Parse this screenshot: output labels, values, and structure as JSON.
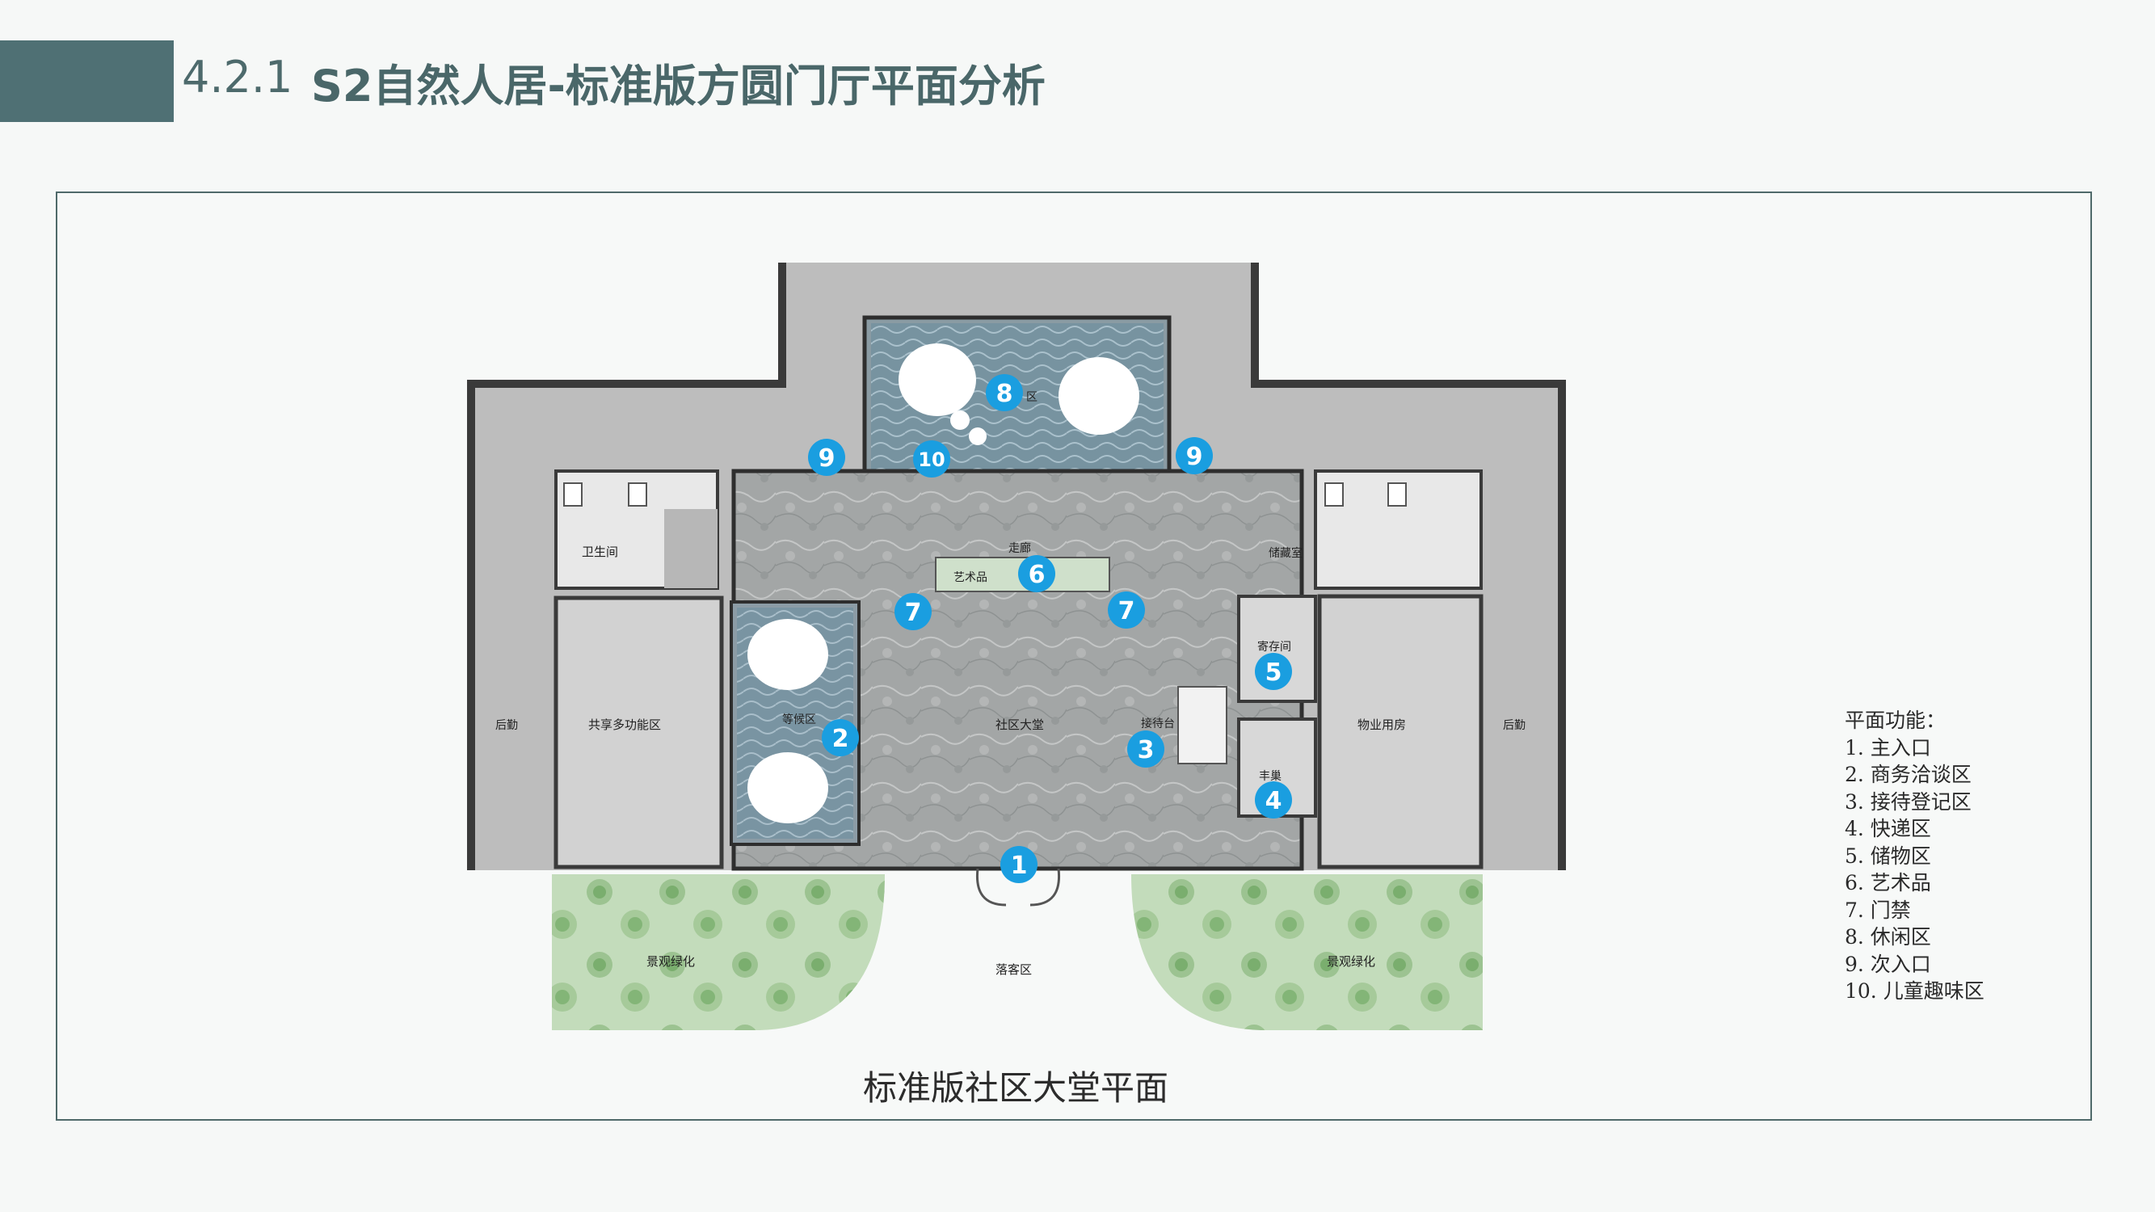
{
  "header": {
    "section_number": "4.2.1",
    "title": "S2自然人居-标准版方圆门厅平面分析"
  },
  "plan": {
    "caption": "标准版社区大堂平面",
    "rooms": {
      "restroom": "卫生间",
      "storage": "储藏室",
      "corridor": "走廊",
      "artwork": "艺术品",
      "waiting": "等候区",
      "lobby": "社区大堂",
      "reception": "接待台",
      "locker": "寄存间",
      "express": "丰巢",
      "property": "物业用房",
      "shared": "共享多功能区",
      "logistics_left": "后勤",
      "logistics_right": "后勤",
      "landscape_left": "景观绿化",
      "landscape_right": "景观绿化",
      "dropoff": "落客区",
      "leisure": "区"
    },
    "markers": [
      "1",
      "2",
      "3",
      "4",
      "5",
      "6",
      "7",
      "7",
      "8",
      "9",
      "9",
      "10"
    ],
    "colors": {
      "marker": "#1a9ee0",
      "wall": "#3a3a3a",
      "gray_zone": "#b7b7b7",
      "green": "#b9d6b0",
      "floor": "#a9abab"
    }
  },
  "legend": {
    "title": "平面功能：",
    "items": [
      "1. 主入口",
      "2. 商务洽谈区",
      "3. 接待登记区",
      "4. 快递区",
      "5. 储物区",
      "6. 艺术品",
      "7. 门禁",
      "8. 休闲区",
      "9. 次入口",
      "10. 儿童趣味区"
    ]
  }
}
